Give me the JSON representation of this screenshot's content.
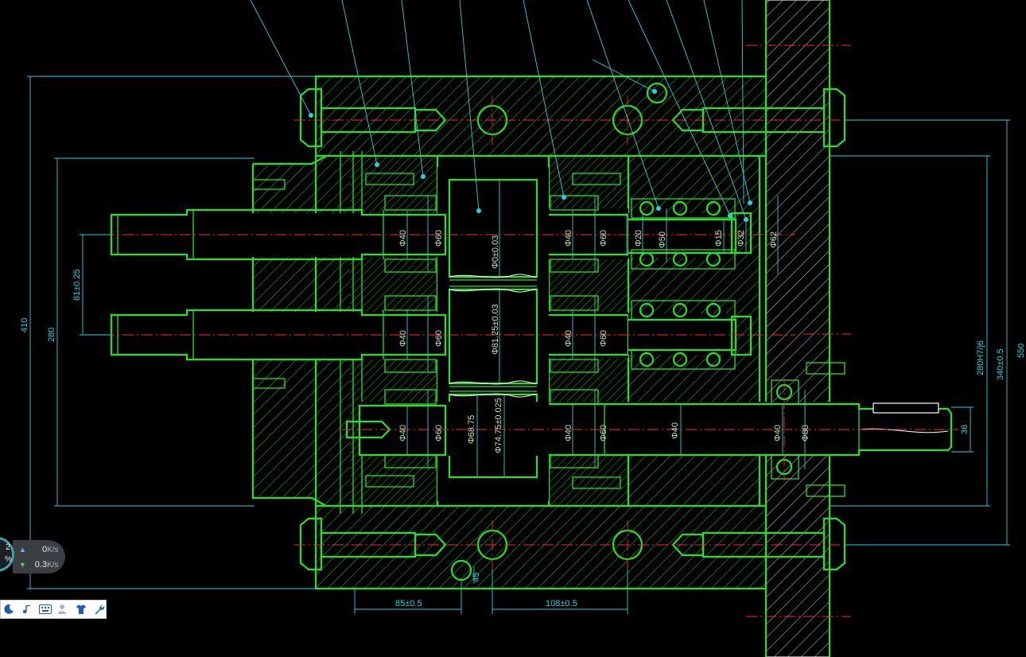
{
  "drawing": {
    "labels_vertical": {
      "overall_height": "410",
      "flange_height": "280",
      "shaft_spacing": "81±0.25",
      "fit_280": "280H7/j6",
      "bolt_spacing": "340±0.5",
      "overall_right": "550",
      "keyway_36": "36",
      "sh1_d40_left": "Φ40",
      "sh1_d60_left": "Φ60",
      "sh1_d40_right": "Φ40",
      "sh1_d60_right": "Φ60",
      "sh1_d20": "Φ20",
      "sh1_d50": "Φ50",
      "sh1_d15": "Φ15",
      "sh1_d32": "Φ32",
      "sh1_d62": "Φ62",
      "sh2_d40_left": "Φ40",
      "sh2_d60_left": "Φ60",
      "sh2_d40_right": "Φ40",
      "sh2_d60_right": "Φ60",
      "sh3_d40_left": "Φ40",
      "sh3_d60_left": "Φ60",
      "sh3_d40_right": "Φ40",
      "sh3_d60_right": "Φ60",
      "sh3_d40_mid": "Φ40",
      "sh3_d40_r2": "Φ40",
      "sh3_d80": "Φ80",
      "gear_top": "Φ0±0.03",
      "gear_mid": "Φ81.25±0.03",
      "gear_bot_a": "Φ68.75",
      "gear_bot_b": "Φ74.75±0.025",
      "small_45": "45"
    },
    "labels_horizontal": {
      "left_spacing": "85±0.5",
      "right_spacing": "108±0.5"
    }
  },
  "net_widget": {
    "percent": "%",
    "ring_digit": "2",
    "upload_value": "0",
    "upload_unit": "K/s",
    "download_value": "0.3",
    "download_unit": "K/s"
  },
  "tray": {
    "icons": [
      "moon-icon",
      "notes-icon",
      "keyboard-icon",
      "user-icon",
      "shirt-icon",
      "wrench-icon"
    ]
  },
  "colors": {
    "outline": "#22e322",
    "dimension": "#22d3e0",
    "centerline": "#ff2a2a",
    "background": "#000000"
  }
}
